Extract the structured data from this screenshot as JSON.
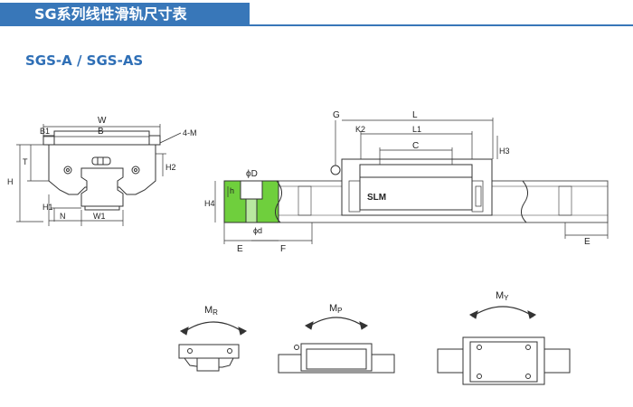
{
  "header": {
    "title": "SG系列线性滑轨尺寸表",
    "subtitle": "SGS-A / SGS-AS",
    "accent_color": "#3877b9"
  },
  "front_view": {
    "dims": {
      "W": "W",
      "B1": "B1",
      "B": "B",
      "M": "4-M",
      "T": "T",
      "H2": "H2",
      "H": "H",
      "H1": "H1",
      "N": "N",
      "W1": "W1"
    }
  },
  "side_view": {
    "dims": {
      "G": "G",
      "L": "L",
      "K2": "K2",
      "L1": "L1",
      "C": "C",
      "H3": "H3",
      "phiD": "ϕD",
      "h": "h",
      "H4": "H4",
      "phid": "ϕd",
      "E": "E",
      "F": "F",
      "E_right": "E"
    },
    "brand": "SLM",
    "rail_color": "#6fcf3d"
  },
  "moments": {
    "MR": "M",
    "MR_sub": "R",
    "MP": "M",
    "MP_sub": "P",
    "MY": "M",
    "MY_sub": "Y"
  }
}
